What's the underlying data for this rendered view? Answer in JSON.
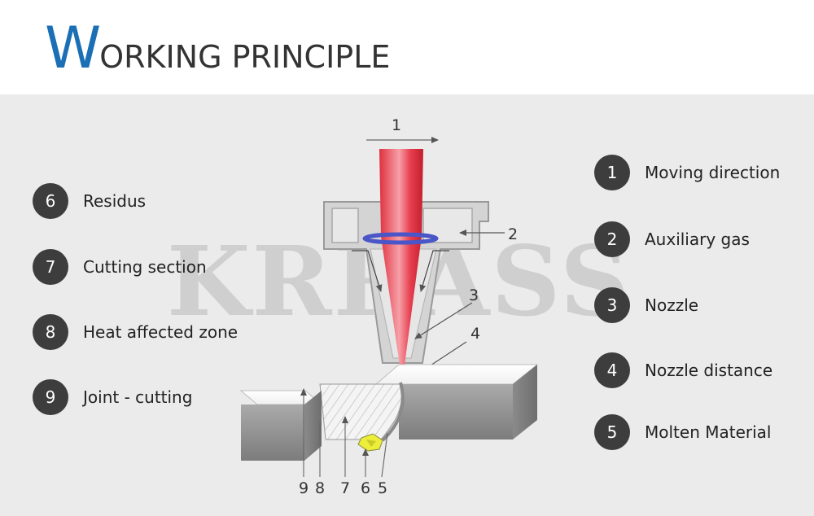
{
  "header": {
    "title_initial": "W",
    "title_rest": "ORKING PRINCIPLE"
  },
  "watermark": "KRRASS",
  "legend_left": [
    {
      "num": "6",
      "label": "Residus"
    },
    {
      "num": "7",
      "label": "Cutting section"
    },
    {
      "num": "8",
      "label": "Heat affected zone"
    },
    {
      "num": "9",
      "label": "Joint - cutting"
    }
  ],
  "legend_right": [
    {
      "num": "1",
      "label": "Moving direction"
    },
    {
      "num": "2",
      "label": "Auxiliary gas"
    },
    {
      "num": "3",
      "label": "Nozzle"
    },
    {
      "num": "4",
      "label": "Nozzle distance"
    },
    {
      "num": "5",
      "label": "Molten Material"
    }
  ],
  "diagram_labels": {
    "l1": "1",
    "l2": "2",
    "l3": "3",
    "l4": "4",
    "b9": "9",
    "b8": "8",
    "b7": "7",
    "b6": "6",
    "b5": "5"
  },
  "colors": {
    "accent": "#1a6fb5",
    "badge": "#3d3d3d",
    "beam": "#e0303e",
    "gas_ring": "#4a55c8",
    "molten": "#ecee3a"
  }
}
